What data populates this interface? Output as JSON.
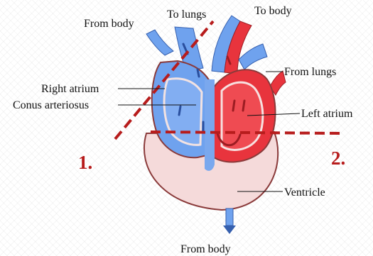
{
  "labels": {
    "from_body_top": "From body",
    "to_lungs": "To lungs",
    "to_body": "To body",
    "from_lungs": "From lungs",
    "right_atrium": "Right atrium",
    "conus_arteriosus": "Conus arteriosus",
    "left_atrium": "Left atrium",
    "ventricle": "Ventricle",
    "from_body_bottom": "From body"
  },
  "cut_markers": {
    "first": "1.",
    "second": "2."
  },
  "colors": {
    "deoxygenated": "#6fa2ee",
    "oxygenated": "#e8343d",
    "ventricle_wall": "#f5dada",
    "outline": "#8a3a3a",
    "cut_line": "#b71c1c"
  }
}
